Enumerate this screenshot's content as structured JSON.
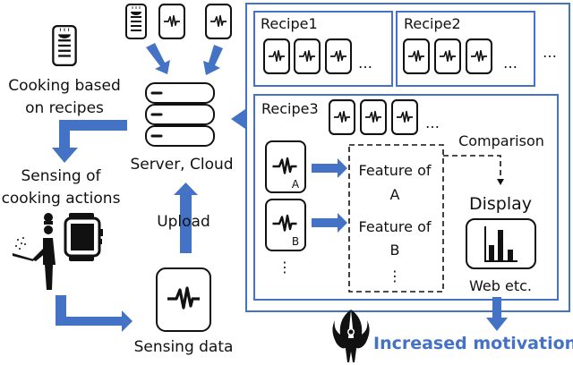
{
  "colors": {
    "accent": "#4472C4",
    "ink": "#111111"
  },
  "left": {
    "cooking_line1": "Cooking based",
    "cooking_line2": "on recipes",
    "server_label": "Server, Cloud",
    "sensing_line1": "Sensing of",
    "sensing_line2": "cooking actions",
    "upload_label": "Upload",
    "sensing_data_label": "Sensing data"
  },
  "right": {
    "recipes": [
      {
        "label": "Recipe1",
        "more": "…"
      },
      {
        "label": "Recipe2",
        "more": "…"
      },
      {
        "label": "Recipe3",
        "more": "…"
      }
    ],
    "more_recipes": "…",
    "sensor_a": "A",
    "sensor_b": "B",
    "sensor_more": "⋮",
    "feature_a_line1": "Feature of",
    "feature_a_line2": "A",
    "feature_b_line1": "Feature of",
    "feature_b_line2": "B",
    "feature_more": "⋮",
    "comparison_label": "Comparison",
    "display_label": "Display",
    "web_label": "Web etc."
  },
  "result": {
    "motivation_label": "Increased motivation"
  },
  "icons": [
    "recipe-icon",
    "sensor-wave-icon",
    "server-icon",
    "chef-icon",
    "smartwatch-icon",
    "bar-chart-icon",
    "motivated-person-icon"
  ]
}
